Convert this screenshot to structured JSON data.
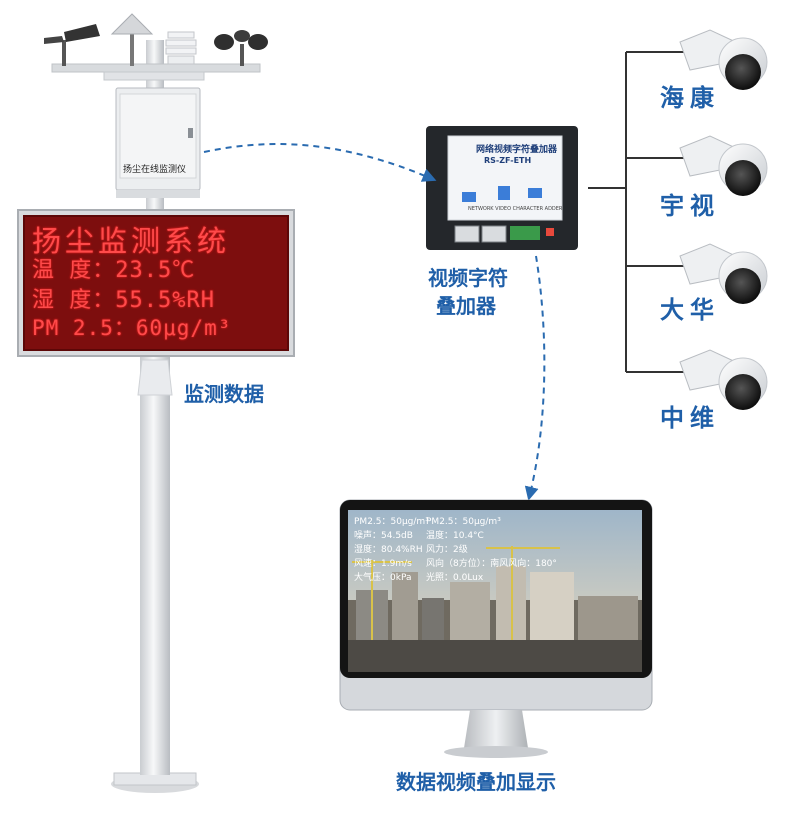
{
  "colors": {
    "accent_blue": "#1f5fa8",
    "led_red": "#ff4a4a",
    "led_bg": "#8a1010"
  },
  "station": {
    "enclosure_label": "扬尘在线监测仪"
  },
  "led_display": {
    "line1": "扬尘监测系统",
    "line2": "温  度：23.5℃",
    "line3": "湿  度：55.5%RH",
    "line4": "PM 2.5：60μg/m³"
  },
  "labels": {
    "monitoring_data": "监测数据",
    "overlay_device_line1": "视频字符",
    "overlay_device_line2": "叠加器",
    "display_caption": "数据视频叠加显示"
  },
  "device": {
    "title": "网络视频字符叠加器",
    "model": "RS-ZF-ETH",
    "footer": "NETWORK VIDEO CHARACTER ADDER"
  },
  "cameras": [
    "海康",
    "宇视",
    "大华",
    "中维"
  ],
  "monitor_overlay": [
    {
      "left": "PM2.5：50μg/m³",
      "right": "PM2.5：50μg/m³"
    },
    {
      "left": "噪声：54.5dB",
      "right": "温度：10.4°C"
    },
    {
      "left": "湿度：80.4%RH",
      "right": "风力：2级"
    },
    {
      "left": "风速：1.9m/s",
      "right": "风向（8方位）：南风风向：180°"
    },
    {
      "left": "大气压：0kPa",
      "right": "光照：0.0Lux"
    }
  ]
}
